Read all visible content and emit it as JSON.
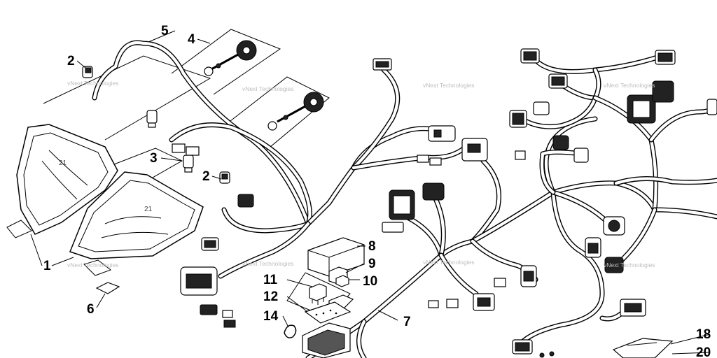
{
  "watermark": "vNext Technologies",
  "callouts": {
    "c1": "1",
    "c2a": "2",
    "c2b": "2",
    "c3": "3",
    "c4": "4",
    "c5": "5",
    "c6": "6",
    "c7": "7",
    "c8": "8",
    "c9": "9",
    "c10": "10",
    "c11": "11",
    "c12": "12",
    "c14": "14",
    "c18": "18",
    "c20": "20"
  }
}
